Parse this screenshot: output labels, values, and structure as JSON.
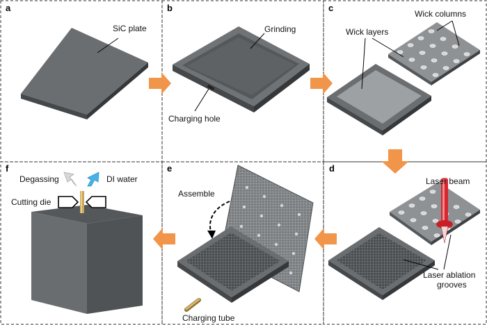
{
  "panels": {
    "a": {
      "letter": "a",
      "labels": {
        "sic_plate": "SiC plate"
      }
    },
    "b": {
      "letter": "b",
      "labels": {
        "grinding": "Grinding",
        "charging_hole": "Charging hole"
      }
    },
    "c": {
      "letter": "c",
      "labels": {
        "wick_columns": "Wick columns",
        "wick_layers": "Wick layers"
      }
    },
    "d": {
      "letter": "d",
      "labels": {
        "laser_beam": "Laser beam",
        "laser_ablation_1": "Laser ablation",
        "laser_ablation_2": "grooves"
      }
    },
    "e": {
      "letter": "e",
      "labels": {
        "assemble": "Assemble",
        "charging_tube": "Charging tube"
      }
    },
    "f": {
      "letter": "f",
      "labels": {
        "degassing": "Degassing",
        "di_water": "DI water",
        "cutting_die": "Cutting die"
      }
    }
  },
  "colors": {
    "plate_top": "#6b6e70",
    "plate_side": "#3f4244",
    "arrow_orange": "#f0954a",
    "wick_layer": "#9ea1a3",
    "laser_red": "#d7262e",
    "di_water_blue": "#49b3e8",
    "degassing_gray": "#d8d8d8",
    "tube_gold": "#c9a65a"
  }
}
